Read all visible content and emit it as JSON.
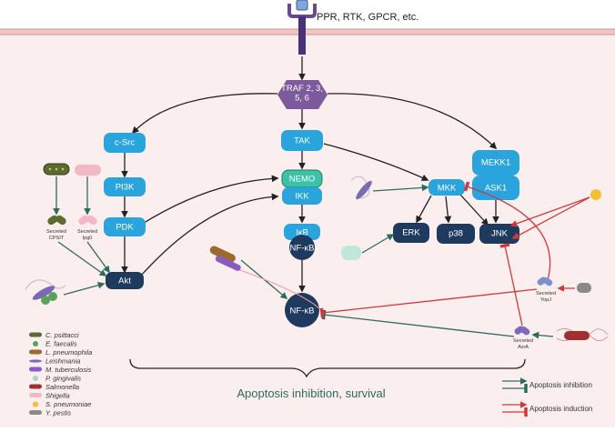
{
  "receptor_label": "PPR, RTK, GPCR, etc.",
  "nodes": {
    "traf": "TRAF 2, 3,\n5, 6",
    "csrc": "c-Src",
    "tak": "TAK",
    "mekk1": "MEKK1",
    "ask1": "ASK1",
    "pi3k": "PI3K",
    "pdk": "PDK",
    "akt": "Akt",
    "nemo": "NEMO",
    "ikk": "IKK",
    "ikb": "IκB",
    "nfkb_cyto": "NF-κB",
    "nfkb_nuc": "NF-κB",
    "mkk": "MKK",
    "erk": "ERK",
    "p38": "p38",
    "jnk": "JNK"
  },
  "effectors": {
    "cpsit_line1": "Secreted",
    "cpsit_line2": "CPSIT",
    "ipgd_line1": "Secreted",
    "ipgd_line2": "Ipg0",
    "yopj_line1": "Secreted",
    "yopj_line2": "YopJ",
    "avra_line1": "Secreted",
    "avra_line2": "AvrA"
  },
  "legend": [
    {
      "label": "C. psittacci",
      "color": "#5c6b2f",
      "icon": "rod-icon"
    },
    {
      "label": "E. faecalis",
      "color": "#5aa35a",
      "icon": "coccus-icon"
    },
    {
      "label": "L. pneumophila",
      "color": "#9c6a2c",
      "icon": "rod-icon"
    },
    {
      "label": "Leishmania",
      "color": "#7a6bb8",
      "icon": "flagellate-icon"
    },
    {
      "label": "M. tuberculosis",
      "color": "#8a5cc2",
      "icon": "rod-icon"
    },
    {
      "label": "P. gingivalis",
      "color": "#9fd9c9",
      "icon": "coccus-icon"
    },
    {
      "label": "Salmonella",
      "color": "#a03030",
      "icon": "flagellated-rod-icon"
    },
    {
      "label": "Shigella",
      "color": "#f2b8c4",
      "icon": "rod-icon"
    },
    {
      "label": "S. pneumoniae",
      "color": "#f0c030",
      "icon": "coccus-icon"
    },
    {
      "label": "Y. pestis",
      "color": "#8a8a8a",
      "icon": "rod-icon"
    }
  ],
  "outcome_label": "Apoptosis inhibition, survival",
  "key": [
    {
      "label": "Apoptosis inhibition",
      "color": "#2e6b5c"
    },
    {
      "label": "Apoptosis induction",
      "color": "#d0393b"
    }
  ],
  "colors": {
    "cytoplasm": "#fbeeee",
    "membrane": "#f2c4c4",
    "purple_node": "#7d5a9c",
    "blue_node": "#29a4dc",
    "navy_node": "#1e3a5f",
    "nemo_node": "#3cc2a6",
    "inhibit_arrow": "#2e6b5c",
    "induce_arrow": "#d0393b"
  }
}
